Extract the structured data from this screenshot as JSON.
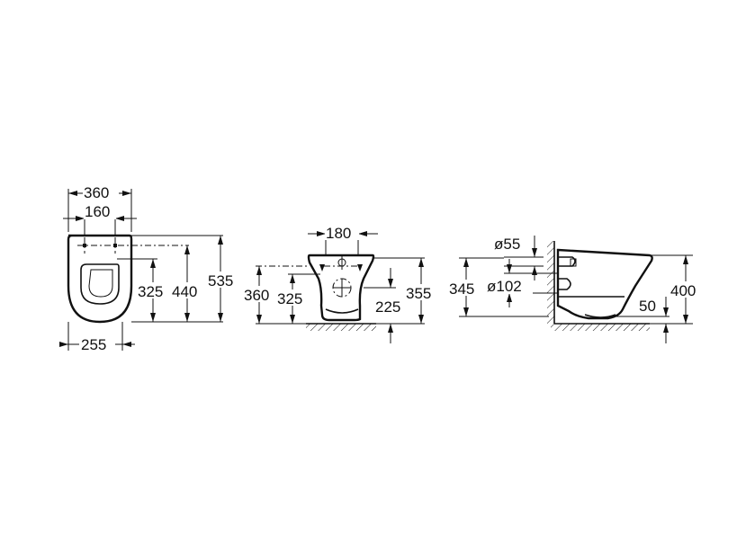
{
  "front_view": {
    "width_total": "360",
    "width_fixing": "160",
    "depth": "255",
    "height_fix_low": "325",
    "height_fix_high": "440",
    "length_total": "535"
  },
  "rear_view": {
    "fixing_spacing": "180",
    "height_left_total": "360",
    "height_left_inner": "325",
    "height_right_inner": "225",
    "height_right_total": "355"
  },
  "side_view": {
    "inlet_diameter": "ø55",
    "outlet_diameter": "ø102",
    "height_outlet": "345",
    "height_total": "400",
    "offset": "50"
  }
}
